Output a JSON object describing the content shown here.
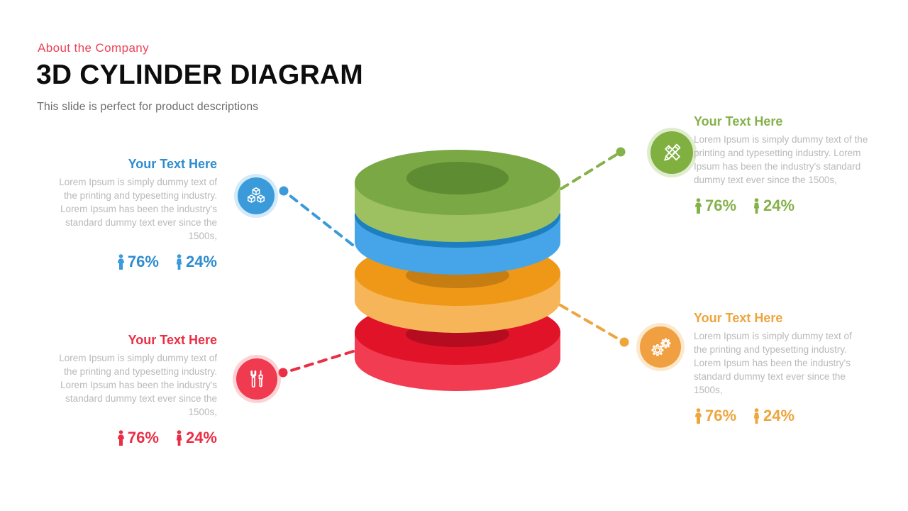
{
  "header": {
    "eyebrow": "About the Company",
    "title": "3D CYLINDER DIAGRAM",
    "subtitle": "This slide is perfect for product descriptions"
  },
  "colors": {
    "green": "#85b14a",
    "blue": "#2e8ccf",
    "orange": "#eda53c",
    "red": "#ea2e45",
    "eyebrow": "#ec4256",
    "title": "#0d0d0d",
    "subtitle": "#6e6e6e",
    "body_text": "#b9b9b9"
  },
  "blocks": [
    {
      "id": "top-left",
      "color_key": "blue",
      "heading": "Your Text Here",
      "body": "Lorem Ipsum is simply dummy text of the printing and typesetting industry. Lorem Ipsum has been the industry's standard dummy text ever since the 1500s,",
      "icon": "cubes-icon",
      "stats": [
        {
          "icon": "female-icon",
          "value": "76%"
        },
        {
          "icon": "male-icon",
          "value": "24%"
        }
      ]
    },
    {
      "id": "top-right",
      "color_key": "green",
      "heading": "Your Text Here",
      "body": "Lorem Ipsum is simply dummy text of the printing and typesetting industry. Lorem Ipsum has been the industry's standard dummy text ever since the 1500s,",
      "icon": "pencil-ruler-icon",
      "stats": [
        {
          "icon": "female-icon",
          "value": "76%"
        },
        {
          "icon": "male-icon",
          "value": "24%"
        }
      ]
    },
    {
      "id": "bottom-left",
      "color_key": "red",
      "heading": "Your Text Here",
      "body": "Lorem Ipsum is simply dummy text of the printing and typesetting industry. Lorem Ipsum has been the industry's standard dummy text ever since the 1500s,",
      "icon": "wrench-screwdriver-icon",
      "stats": [
        {
          "icon": "female-icon",
          "value": "76%"
        },
        {
          "icon": "male-icon",
          "value": "24%"
        }
      ]
    },
    {
      "id": "bottom-right",
      "color_key": "orange",
      "heading": "Your Text Here",
      "body": "Lorem Ipsum is simply dummy text of the printing and typesetting industry. Lorem Ipsum has been the industry's standard dummy text ever since the 1500s,",
      "icon": "gears-icon",
      "stats": [
        {
          "icon": "female-icon",
          "value": "76%"
        },
        {
          "icon": "male-icon",
          "value": "24%"
        }
      ]
    }
  ],
  "diagram": {
    "name": "3d-cylinder-stack",
    "layers": [
      {
        "name": "layer-green",
        "color": "#85b14a",
        "top": "#7aa844",
        "side": "#9dc160",
        "hole": "#6f9b3c"
      },
      {
        "name": "layer-blue",
        "color": "#2e8ccf",
        "top": "#1d7fc0",
        "side": "#46a5e8",
        "hole": "#13699f"
      },
      {
        "name": "layer-orange",
        "color": "#eda53c",
        "top": "#ef9818",
        "side": "#f6b558",
        "hole": "#c67d12"
      },
      {
        "name": "layer-red",
        "color": "#ea2e45",
        "top": "#e01329",
        "side": "#f23c52",
        "hole": "#b50d1f"
      }
    ]
  }
}
